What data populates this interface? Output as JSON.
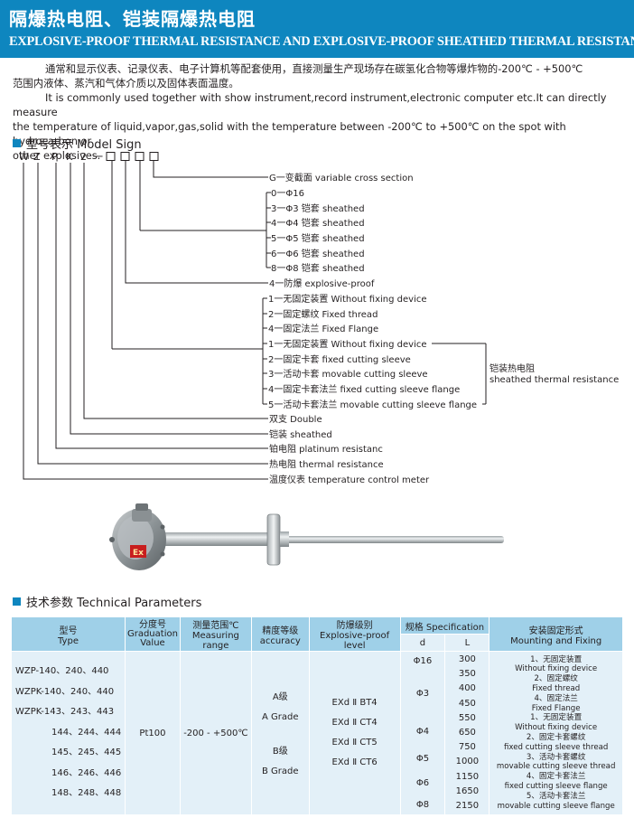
{
  "header": {
    "title_cn": "隔爆热电阻、铠装隔爆热电阻",
    "title_en": "EXPLOSIVE-PROOF THERMAL RESISTANCE AND EXPLOSIVE-PROOF SHEATHED THERMAL RESISTANCE"
  },
  "intro": {
    "cn_line1": "通常和显示仪表、记录仪表、电子计算机等配套使用，直接测量生产现场存在碳氢化合物等爆炸物的-200℃ - +500℃",
    "cn_line2": "范围内液体、蒸汽和气体介质以及固体表面温度。",
    "en_line1": "It is commonly used together with show instrument,record instrument,electronic computer etc.It can directly measure",
    "en_line2": "the temperature of liquid,vapor,gas,solid with the temperature between -200℃ to +500℃ on the spot with hydrocarbon or",
    "en_line3": "other explosives."
  },
  "model_sign": {
    "heading": "型号表示 Model Sign",
    "code": [
      "W",
      "Z",
      "P",
      "K",
      "2",
      "一",
      "□",
      "□",
      "□",
      "□"
    ],
    "labels": [
      "G一变截面 variable cross section",
      "0一Φ16",
      "3一Φ3 铠套 sheathed",
      "4一Φ4 铠套 sheathed",
      "5一Φ5 铠套 sheathed",
      "6一Φ6 铠套 sheathed",
      "8一Φ8 铠套 sheathed",
      "4一防爆 explosive-proof",
      "1一无固定装置 Without fixing device",
      "2一固定螺纹 Fixed thread",
      "4一固定法兰 Fixed Flange",
      "1一无固定装置 Without fixing device",
      "2一固定卡套 fixed cutting sleeve",
      "3一活动卡套 movable cutting sleeve",
      "4一固定卡套法兰 fixed cutting sleeve flange",
      "5一活动卡套法兰 movable cutting sleeve flange",
      "双支 Double",
      "铠装 sheathed",
      "铂电阻 platinum resistanc",
      "热电阻 thermal resistance",
      "温度仪表 temperature control meter"
    ],
    "bracket_cn": "铠装热电阻",
    "bracket_en": "sheathed thermal resistance",
    "device_mark": "Ex"
  },
  "tech": {
    "heading": "技术参数 Technical Parameters",
    "headers": {
      "type_cn": "型号",
      "type_en": "Type",
      "grad_cn": "分度号",
      "grad_en1": "Graduation",
      "grad_en2": "Value",
      "range": "测量范围℃",
      "range_en": "Measuring range",
      "acc_cn": "精度等级",
      "acc_en": "accuracy",
      "exp_cn": "防爆级别",
      "exp_en": "Explosive-proof level",
      "spec": "规格  Specification",
      "d": "d",
      "L": "L",
      "mount_cn": "安装固定形式",
      "mount_en": "Mounting and Fixing"
    },
    "types": [
      "WZP-140、240、440",
      "WZPK-140、240、440",
      "WZPK-143、243、443",
      "144、244、444",
      "145、245、445",
      "146、246、446",
      "148、248、448"
    ],
    "graduation": "Pt100",
    "range": "-200 - +500℃",
    "accuracy": [
      "A级",
      "A Grade",
      "",
      "B级",
      "B Grade"
    ],
    "explosive": [
      "EXd Ⅱ BT4",
      "EXd Ⅱ CT4",
      "EXd Ⅱ CT5",
      "EXd Ⅱ CT6"
    ],
    "d_values": [
      "Φ16",
      "Φ3",
      "Φ4",
      "Φ5",
      "Φ6",
      "Φ8"
    ],
    "L_values": [
      "300",
      "350",
      "400",
      "450",
      "550",
      "650",
      "750",
      "1000",
      "1150",
      "1650",
      "2150"
    ],
    "mounting": [
      "1、无固定装置",
      "Without fixing device",
      "2、固定螺纹",
      "Fixed thread",
      "4、固定法兰",
      "Fixed Flange",
      "1、无固定装置",
      "Without fixing device",
      "2、固定卡套螺纹",
      "fixed cutting sleeve thread",
      "3、活动卡套螺纹",
      "movable cutting sleeve thread",
      "4、固定卡套法兰",
      "fixed cutting sleeve flange",
      "5、活动卡套法兰",
      "movable cutting sleeve flange"
    ]
  }
}
